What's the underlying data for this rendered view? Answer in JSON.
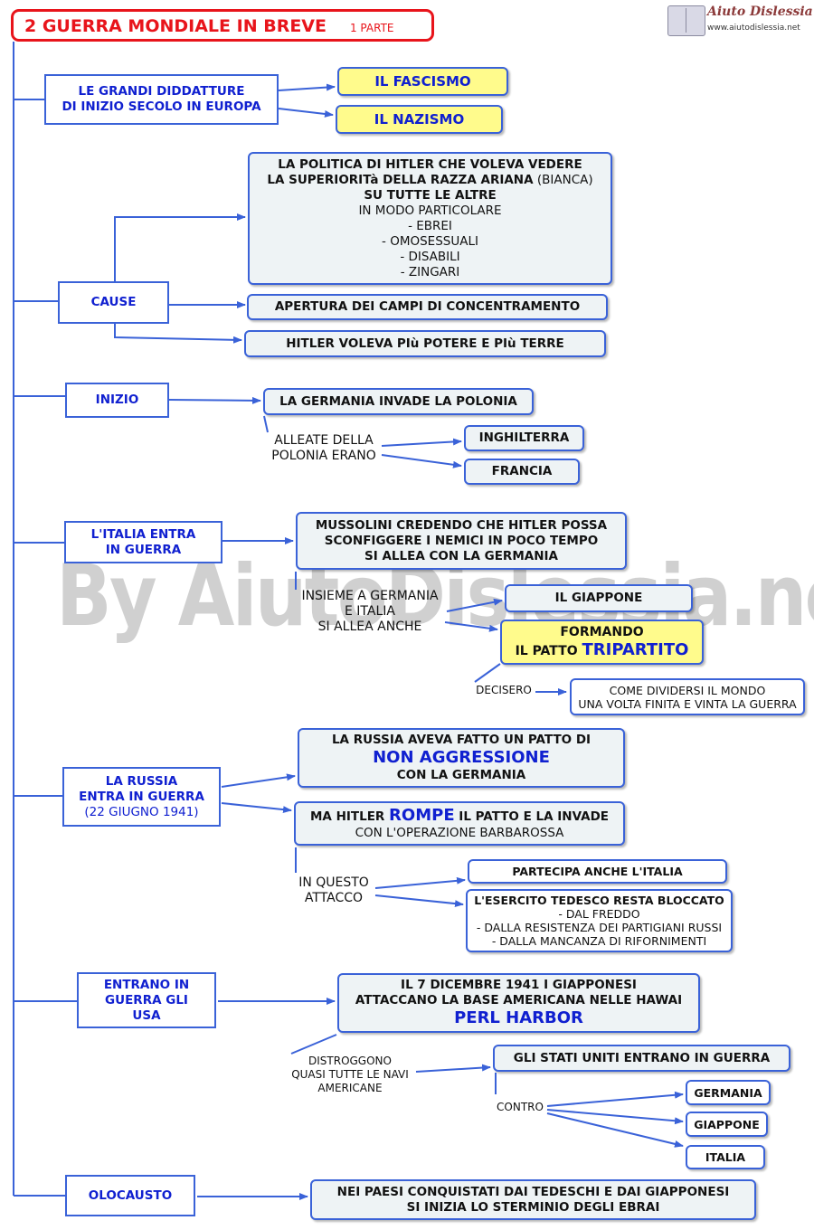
{
  "header": {
    "title": "2 GUERRA MONDIALE IN BREVE",
    "part": "1 PARTE",
    "logo_brand": "Aiuto Dislessia",
    "logo_url": "www.aiutodislessia.net",
    "watermark": "By AiutoDislessia.net"
  },
  "colors": {
    "title_red": "#e8141b",
    "accent_blue": "#3a62d8",
    "text_blue": "#1020d0",
    "highlight_yellow": "#fffb8c",
    "box_fill": "#eef3f5"
  },
  "sections": {
    "dittature": {
      "category": [
        "LE GRANDI DIDDATTURE",
        "DI INIZIO SECOLO IN EUROPA"
      ],
      "fascismo": "IL FASCISMO",
      "nazismo": "IL NAZISMO"
    },
    "cause": {
      "category": "CAUSE",
      "politica": {
        "l1": "LA POLITICA DI HITLER CHE VOLEVA VEDERE",
        "l2_bold": "LA SUPERIORITà DELLA RAZZA ARIANA",
        "l2_plain": " (BIANCA)",
        "l3": "SU TUTTE LE ALTRE",
        "l4": "IN MODO PARTICOLARE",
        "items": [
          "- EBREI",
          "- OMOSESSUALI",
          "- DISABILI",
          "- ZINGARI"
        ]
      },
      "campi": "APERTURA DEI CAMPI DI CONCENTRAMENTO",
      "potere": "HITLER VOLEVA PIù  POTERE E PIù TERRE"
    },
    "inizio": {
      "category": "INIZIO",
      "polonia": "LA GERMANIA INVADE LA POLONIA",
      "alleate_label": [
        "ALLEATE DELLA",
        "POLONIA ERANO"
      ],
      "inghilterra": "INGHILTERRA",
      "francia": "FRANCIA"
    },
    "italia": {
      "category": [
        "L'ITALIA ENTRA",
        "IN GUERRA"
      ],
      "mussolini": [
        "MUSSOLINI CREDENDO  CHE HITLER POSSA",
        "SCONFIGGERE I NEMICI IN POCO TEMPO",
        "SI ALLEA CON LA GERMANIA"
      ],
      "insieme_label": [
        "INSIEME A GERMANIA",
        "E ITALIA",
        "SI ALLEA ANCHE"
      ],
      "giappone": "IL GIAPPONE",
      "formando": "FORMANDO",
      "patto_prefix": "IL PATTO ",
      "patto_name": "TRIPARTITO",
      "decisero_label": "DECISERO",
      "mondo": [
        "COME DIVIDERSI IL MONDO",
        "UNA VOLTA FINITA E VINTA LA GUERRA"
      ]
    },
    "russia": {
      "category": [
        "LA RUSSIA",
        "ENTRA IN GUERRA"
      ],
      "date": "(22 GIUGNO 1941)",
      "patto_l1": "LA RUSSIA AVEVA FATTO UN PATTO DI",
      "patto_big": "NON AGGRESSIONE",
      "patto_l3": "CON LA GERMANIA",
      "rompe_pre": "MA HITLER ",
      "rompe_big": "ROMPE",
      "rompe_post": " IL PATTO E LA INVADE",
      "rompe_l2": "CON L'OPERAZIONE BARBAROSSA",
      "attacco_label": [
        "IN QUESTO",
        "ATTACCO"
      ],
      "italia": "PARTECIPA ANCHE L'ITALIA",
      "esercito_title": "L'ESERCITO TEDESCO RESTA BLOCCATO",
      "esercito_items": [
        "- DAL FREDDO",
        "- DALLA RESISTENZA DEI PARTIGIANI RUSSI",
        "- DALLA MANCANZA DI RIFORNIMENTI"
      ]
    },
    "usa": {
      "category": [
        "ENTRANO IN",
        "GUERRA GLI",
        "USA"
      ],
      "attacco": [
        "IL 7 DICEMBRE 1941  I GIAPPONESI",
        "ATTACCANO LA BASE AMERICANA NELLE HAWAI"
      ],
      "pearl": "PERL HARBOR",
      "distruggono_label": [
        "DISTROGGONO",
        "QUASI TUTTE LE NAVI",
        "AMERICANE"
      ],
      "entrano": "GLI STATI UNITI ENTRANO IN GUERRA",
      "contro_label": "CONTRO",
      "germania": "GERMANIA",
      "giappone": "GIAPPONE",
      "italia": "ITALIA"
    },
    "olocausto": {
      "category": "OLOCAUSTO",
      "text": [
        "NEI PAESI CONQUISTATI DAI TEDESCHI E DAI GIAPPONESI",
        "SI INIZIA LO STERMINIO DEGLI EBRAI"
      ]
    }
  }
}
